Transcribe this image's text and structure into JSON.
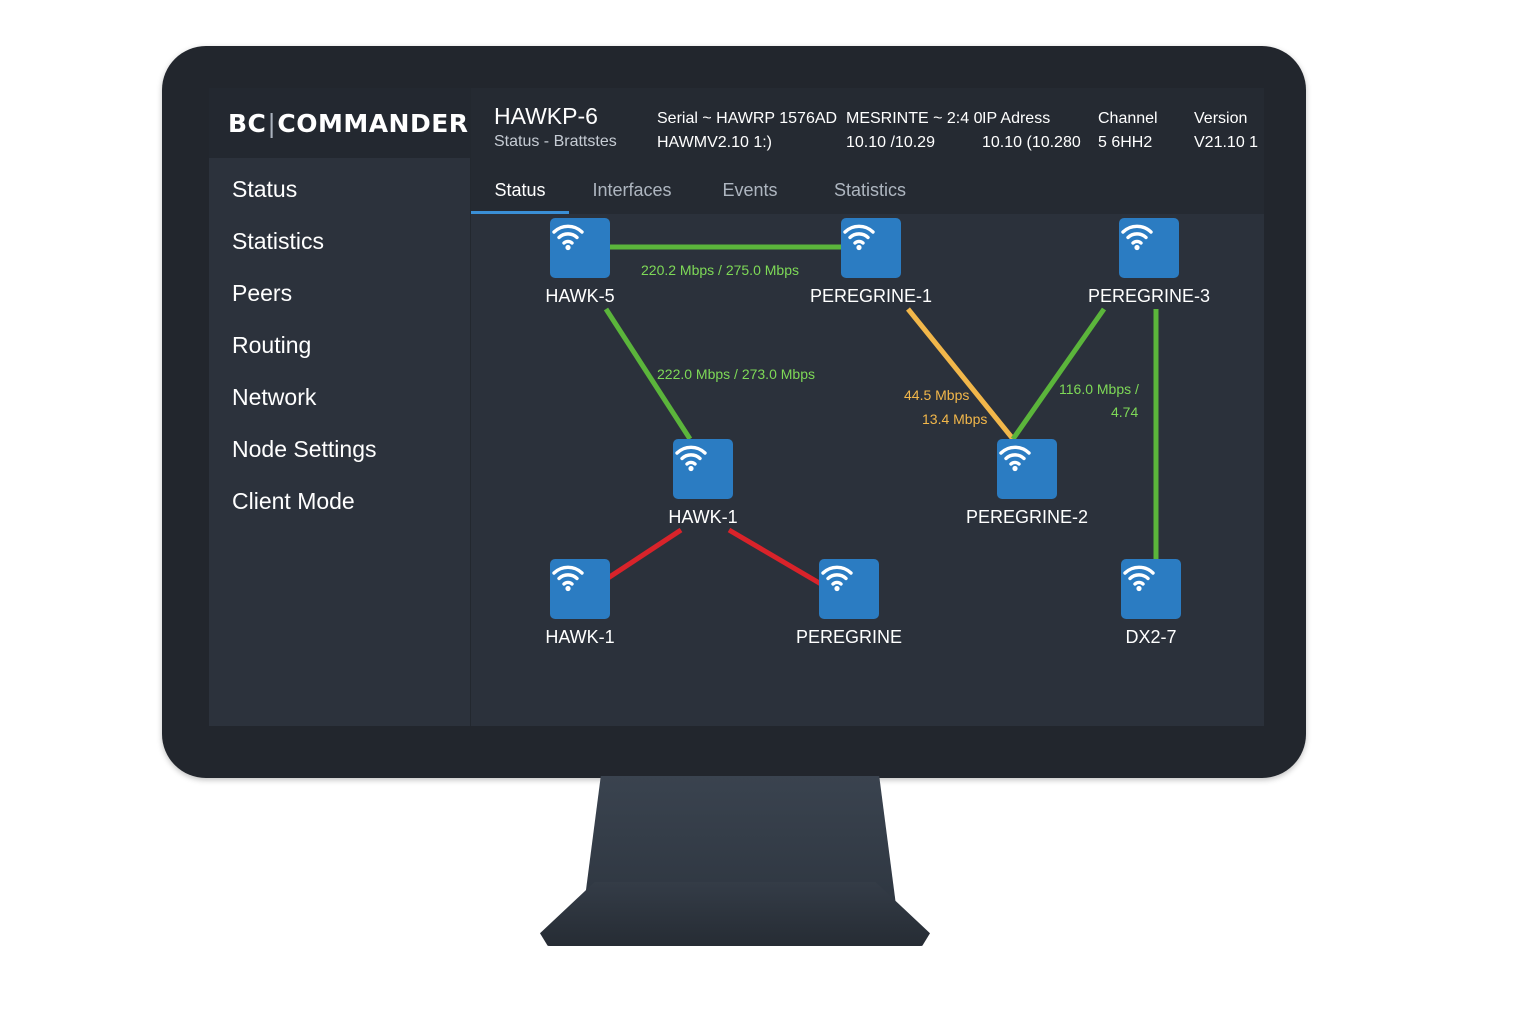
{
  "app": {
    "brand_left": "BC",
    "brand_sep": "|",
    "brand_right": "COMMANDER"
  },
  "sidebar": {
    "items": [
      {
        "label": "Status"
      },
      {
        "label": "Statistics"
      },
      {
        "label": "Peers"
      },
      {
        "label": "Routing"
      },
      {
        "label": "Network"
      },
      {
        "label": "Node Settings"
      },
      {
        "label": "Client Mode"
      }
    ]
  },
  "header": {
    "device_name": "HAWKP-6",
    "device_status": "Status - Brattstes",
    "serial_line1": "Serial ~ HAWRP 1576AD",
    "serial_line2": "HAWMV2.10 1:)",
    "mesh_line1": "MESRINTE ~ 2:4 0",
    "mesh_line2": "10.10 /10.29",
    "ip_label": "IP Adress",
    "ip_value": "10.10 (10.280",
    "channel_label": "Channel",
    "channel_value": "5 6HH2",
    "version_label": "Version",
    "version_value": "V21.10 1"
  },
  "tabs": [
    {
      "label": "Status",
      "active": true
    },
    {
      "label": "Interfaces",
      "active": false
    },
    {
      "label": "Events",
      "active": false
    },
    {
      "label": "Statistics",
      "active": false
    }
  ],
  "colors": {
    "link_good": "#5bb53b",
    "link_warn": "#f2b74a",
    "link_bad": "#d9232a",
    "node_fill": "#2b7cc2",
    "label_good": "#7ed957",
    "label_warn": "#f2b74a"
  },
  "topology": {
    "nodes": [
      {
        "id": "hawk5",
        "label": "HAWK-5",
        "icon": "wifi-icon"
      },
      {
        "id": "peregrine1",
        "label": "PEREGRINE-1",
        "icon": "wifi-icon"
      },
      {
        "id": "peregrine3",
        "label": "PEREGRINE-3",
        "icon": "wifi-icon"
      },
      {
        "id": "hawk1_center",
        "label": "HAWK-1",
        "icon": "wifi-icon"
      },
      {
        "id": "peregrine2",
        "label": "PEREGRINE-2",
        "icon": "wifi-icon"
      },
      {
        "id": "hawk1_bottom",
        "label": "HAWK-1",
        "icon": "wifi-icon"
      },
      {
        "id": "peregrine",
        "label": "PEREGRINE",
        "icon": "wifi-icon"
      },
      {
        "id": "dx27",
        "label": "DX2-7",
        "icon": "wifi-icon"
      }
    ],
    "links": [
      {
        "from": "hawk5",
        "to": "peregrine1",
        "quality": "good",
        "label": "220.2 Mbps / 275.0 Mbps"
      },
      {
        "from": "hawk5",
        "to": "hawk1_center",
        "quality": "good",
        "label": "222.0 Mbps / 273.0 Mbps"
      },
      {
        "from": "peregrine1",
        "to": "peregrine2",
        "quality": "warn",
        "label_line1": "44.5 Mbps",
        "label_line2": "13.4 Mbps"
      },
      {
        "from": "peregrine3",
        "to": "peregrine2",
        "quality": "good",
        "label_line1": "116.0 Mbps /",
        "label_line2": "4.74"
      },
      {
        "from": "peregrine3",
        "to": "dx27",
        "quality": "good"
      },
      {
        "from": "hawk1_center",
        "to": "hawk1_bottom",
        "quality": "bad"
      },
      {
        "from": "hawk1_center",
        "to": "peregrine",
        "quality": "bad"
      }
    ]
  }
}
